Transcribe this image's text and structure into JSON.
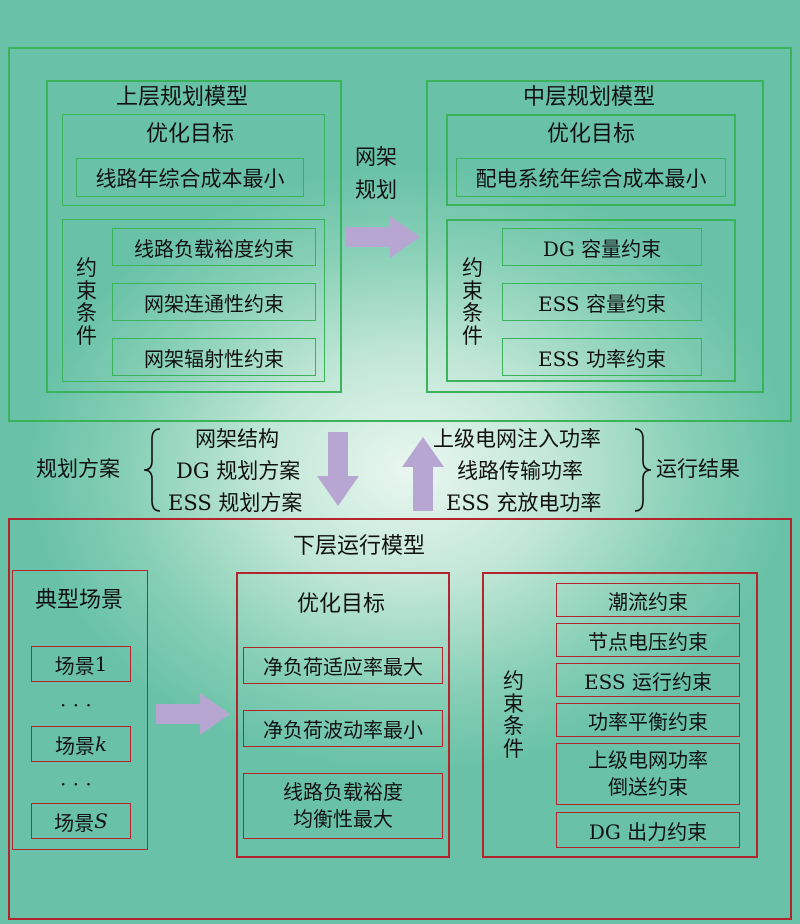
{
  "upper": {
    "title": "上层规划模型",
    "objective_title": "优化目标",
    "objective": "线路年综合成本最小",
    "constraints_label": [
      "约",
      "束",
      "条",
      "件"
    ],
    "constraints": [
      "线路负载裕度约束",
      "网架连通性约束",
      "网架辐射性约束"
    ]
  },
  "middle": {
    "title": "中层规划模型",
    "objective_title": "优化目标",
    "objective": "配电系统年综合成本最小",
    "constraints_label": [
      "约",
      "束",
      "条",
      "件"
    ],
    "constraints": [
      "DG 容量约束",
      "ESS 容量约束",
      "ESS 功率约束"
    ]
  },
  "arrow_upper_middle": {
    "line1": "网架",
    "line2": "规划"
  },
  "exchange": {
    "plan_label": "规划方案",
    "plan_items": [
      "网架结构",
      "DG 规划方案",
      "ESS 规划方案"
    ],
    "result_label": "运行结果",
    "result_items": [
      "上级电网注入功率",
      "线路传输功率",
      "ESS 充放电功率"
    ]
  },
  "lower": {
    "title": "下层运行模型",
    "scenes_title": "典型场景",
    "scenes": [
      {
        "prefix": "场景",
        "suffix": "1"
      },
      {
        "prefix": "场景 ",
        "suffix": "k"
      },
      {
        "prefix": "场景 ",
        "suffix": "S"
      }
    ],
    "ellipsis": "· · ·",
    "objective_title": "优化目标",
    "objectives": [
      "净负荷适应率最大",
      "净负荷波动率最小"
    ],
    "objective3_line1": "线路负载裕度",
    "objective3_line2": "均衡性最大",
    "constraints_label": [
      "约",
      "束",
      "条",
      "件"
    ],
    "constraints": [
      "潮流约束",
      "节点电压约束",
      "ESS 运行约束",
      "功率平衡约束"
    ],
    "constraint5_line1": "上级电网功率",
    "constraint5_line2": "倒送约束",
    "constraint6": "DG 出力约束"
  },
  "colors": {
    "green_border": "#3bb35a",
    "red_border": "#b3252c",
    "arrow_fill": "#b8a6d2"
  }
}
